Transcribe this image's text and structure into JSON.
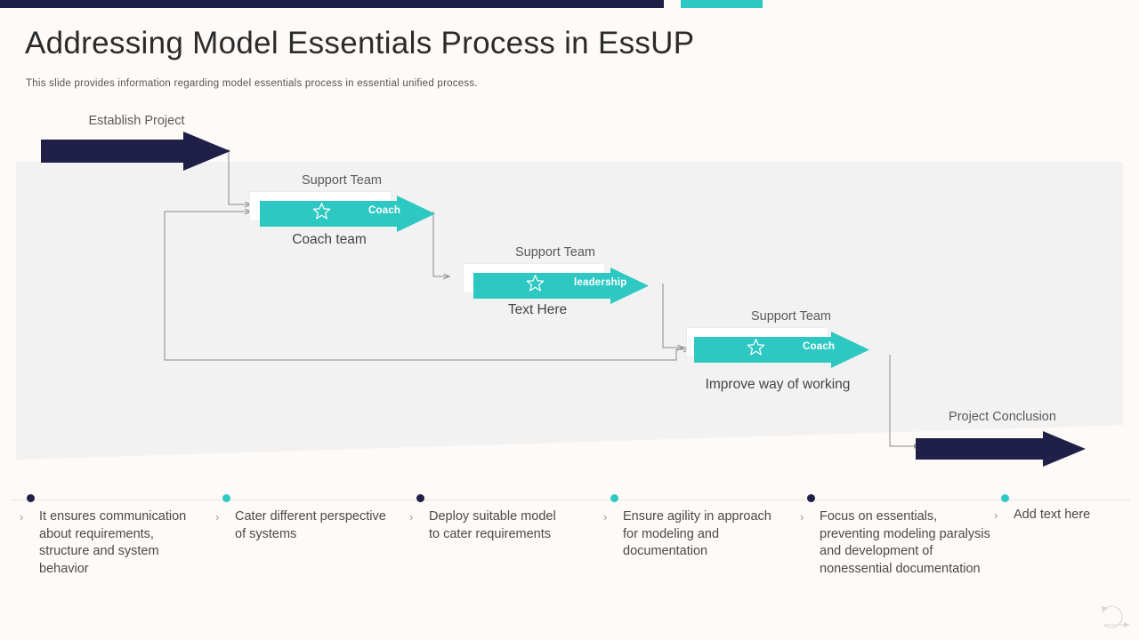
{
  "theme": {
    "navy": "#1f1f47",
    "teal": "#2ec8c3",
    "background": "#fdfaf7",
    "band": "#f2f2f2",
    "line": "#8a8a8a"
  },
  "accent_bars": {
    "navy_bar": "navy-accent-bar",
    "teal_bar": "teal-accent-bar"
  },
  "header": {
    "title": "Addressing Model Essentials Process in EssUP",
    "subtitle": "This slide provides  information  regarding  model essentials process in essential unified  process."
  },
  "flow": {
    "start": {
      "label": "Establish Project",
      "color": "#1f1f47"
    },
    "stages": [
      {
        "cap_label": "Support Team",
        "badge": "Coach",
        "base_label": "Coach team",
        "icon": "star-icon",
        "color": "#2ec8c3"
      },
      {
        "cap_label": "Support Team",
        "badge": "leadership",
        "base_label": "Text Here",
        "icon": "star-icon",
        "color": "#2ec8c3"
      },
      {
        "cap_label": "Support Team",
        "badge": "Coach",
        "base_label": "Improve way of working",
        "icon": "star-icon",
        "color": "#2ec8c3"
      }
    ],
    "end": {
      "label": "Project Conclusion",
      "color": "#1f1f47"
    }
  },
  "notes": [
    {
      "dot_color": "#1f1f47",
      "marker": "›",
      "text": "It ensures communication about requirements, structure and system behavior"
    },
    {
      "dot_color": "#2ec8c3",
      "marker": "›",
      "text": "Cater different perspective of systems"
    },
    {
      "dot_color": "#1f1f47",
      "marker": "›",
      "text": "Deploy suitable model to cater requirements"
    },
    {
      "dot_color": "#2ec8c3",
      "marker": "›",
      "text": "Ensure agility in approach for modeling and documentation"
    },
    {
      "dot_color": "#1f1f47",
      "marker": "›",
      "text": "Focus on essentials, preventing modeling paralysis and development of nonessential documentation"
    },
    {
      "dot_color": "#2ec8c3",
      "marker": "›",
      "text": "Add text here"
    }
  ],
  "footer": {
    "loop_icon": "refresh-loop-icon"
  }
}
